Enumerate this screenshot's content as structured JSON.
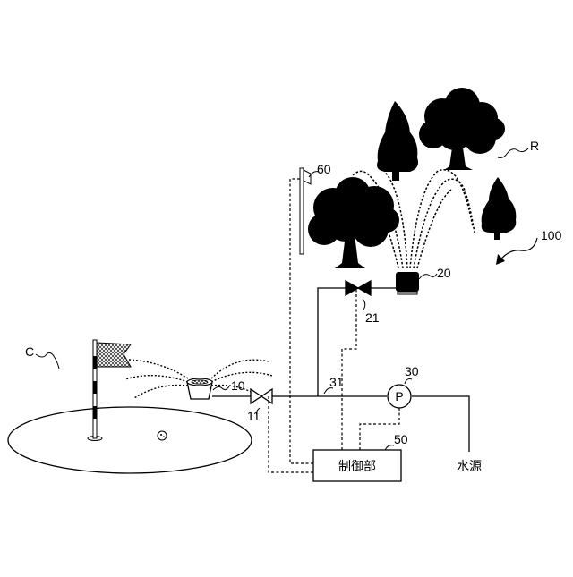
{
  "labels": {
    "region_c": "C",
    "region_r": "R",
    "system": "100",
    "sprinkler_green": "10",
    "valve_green": "11",
    "sprinkler_trees": "20",
    "valve_trees": "21",
    "pump": "30",
    "pipe": "31",
    "controller_ref": "50",
    "sensor": "60"
  },
  "pump_symbol": "P",
  "controller_label": "制御部",
  "water_source": "水源",
  "colors": {
    "ink": "#000000",
    "background": "#ffffff"
  }
}
